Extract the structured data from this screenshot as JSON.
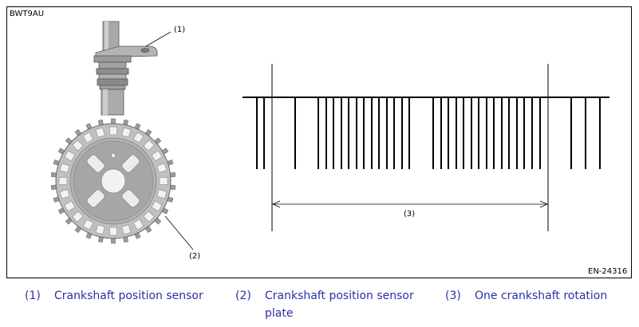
{
  "figure": {
    "code": "BWT9AU",
    "ref_number": "EN-24316",
    "callout_1": "(1)",
    "callout_2": "(2)",
    "callout_3": "(3)"
  },
  "legend": [
    {
      "num": "(1)",
      "text": "Crankshaft position sensor"
    },
    {
      "num": "(2)",
      "text": "Crankshaft position sensor plate"
    },
    {
      "num": "(3)",
      "text": "One crankshaft rotation"
    }
  ]
}
